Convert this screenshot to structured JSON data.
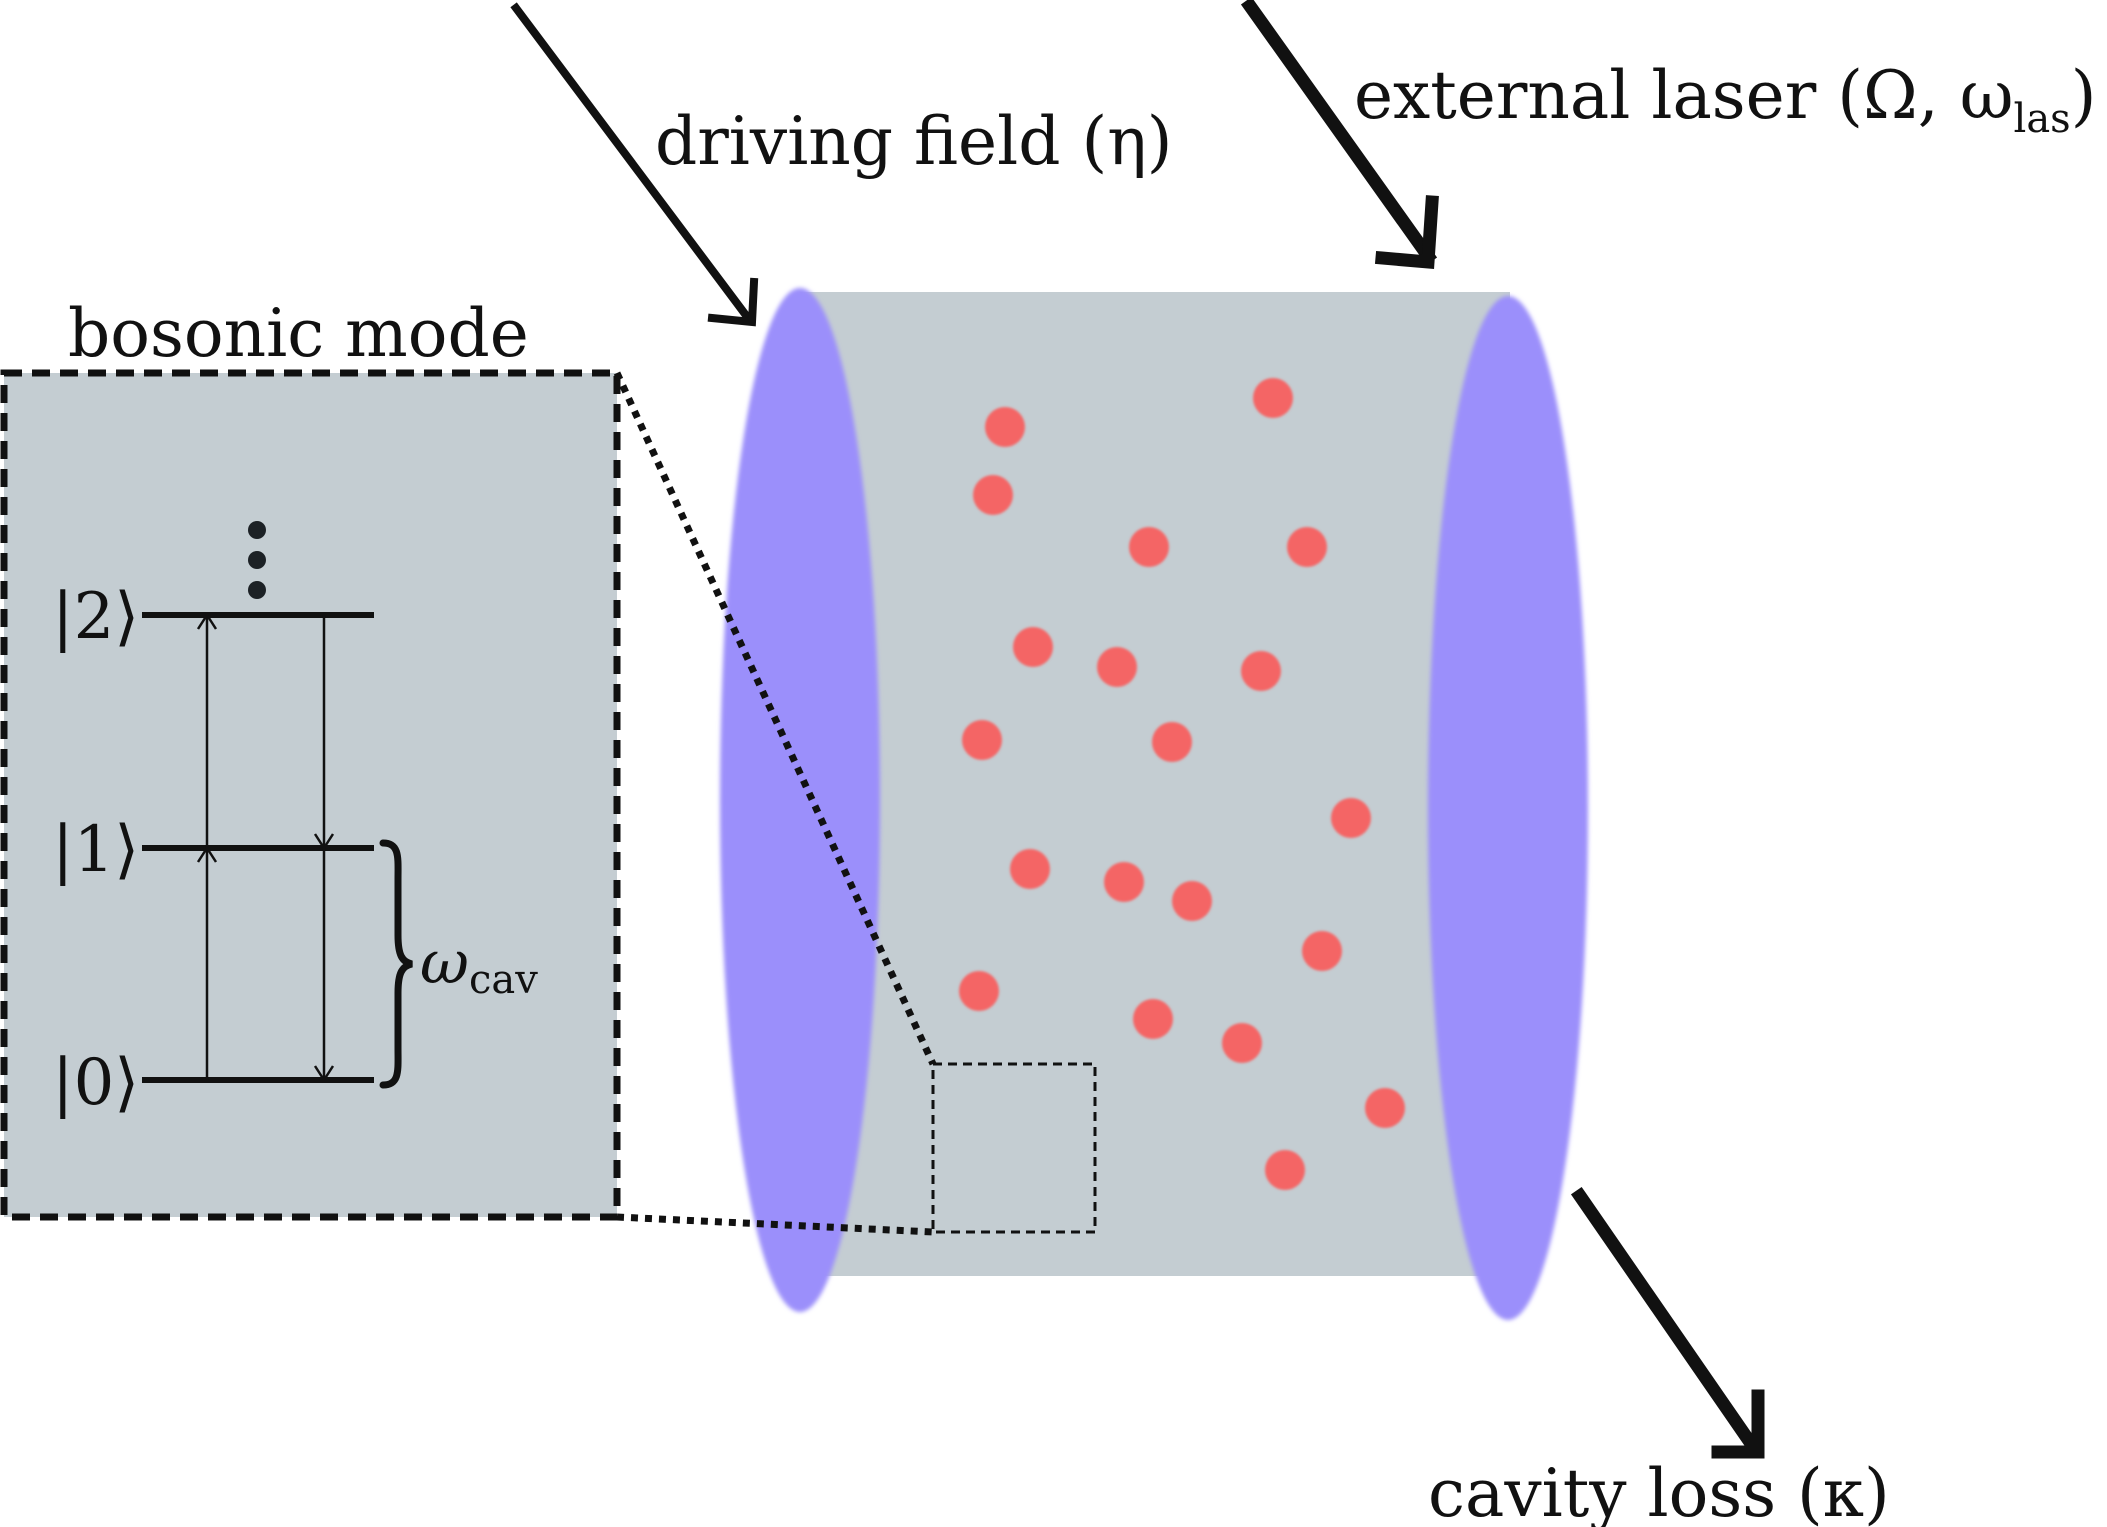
{
  "labels": {
    "driving_field": "driving field (η)",
    "external_laser_main": "external laser (Ω, ω",
    "external_laser_sub": "las",
    "external_laser_close": ")",
    "bosonic_mode": "bosonic mode",
    "cavity_loss": "cavity loss (κ)",
    "omega": "ω",
    "omega_sub": "cav"
  },
  "levels": [
    {
      "label": "|2⟩"
    },
    {
      "label": "|1⟩"
    },
    {
      "label": "|0⟩"
    }
  ],
  "colors": {
    "cavity_body": "#c4cdd2",
    "mirror": "#9b8ffb",
    "atom": "#f46565",
    "inset_fill": "#c4cdd2",
    "line": "#111111"
  }
}
